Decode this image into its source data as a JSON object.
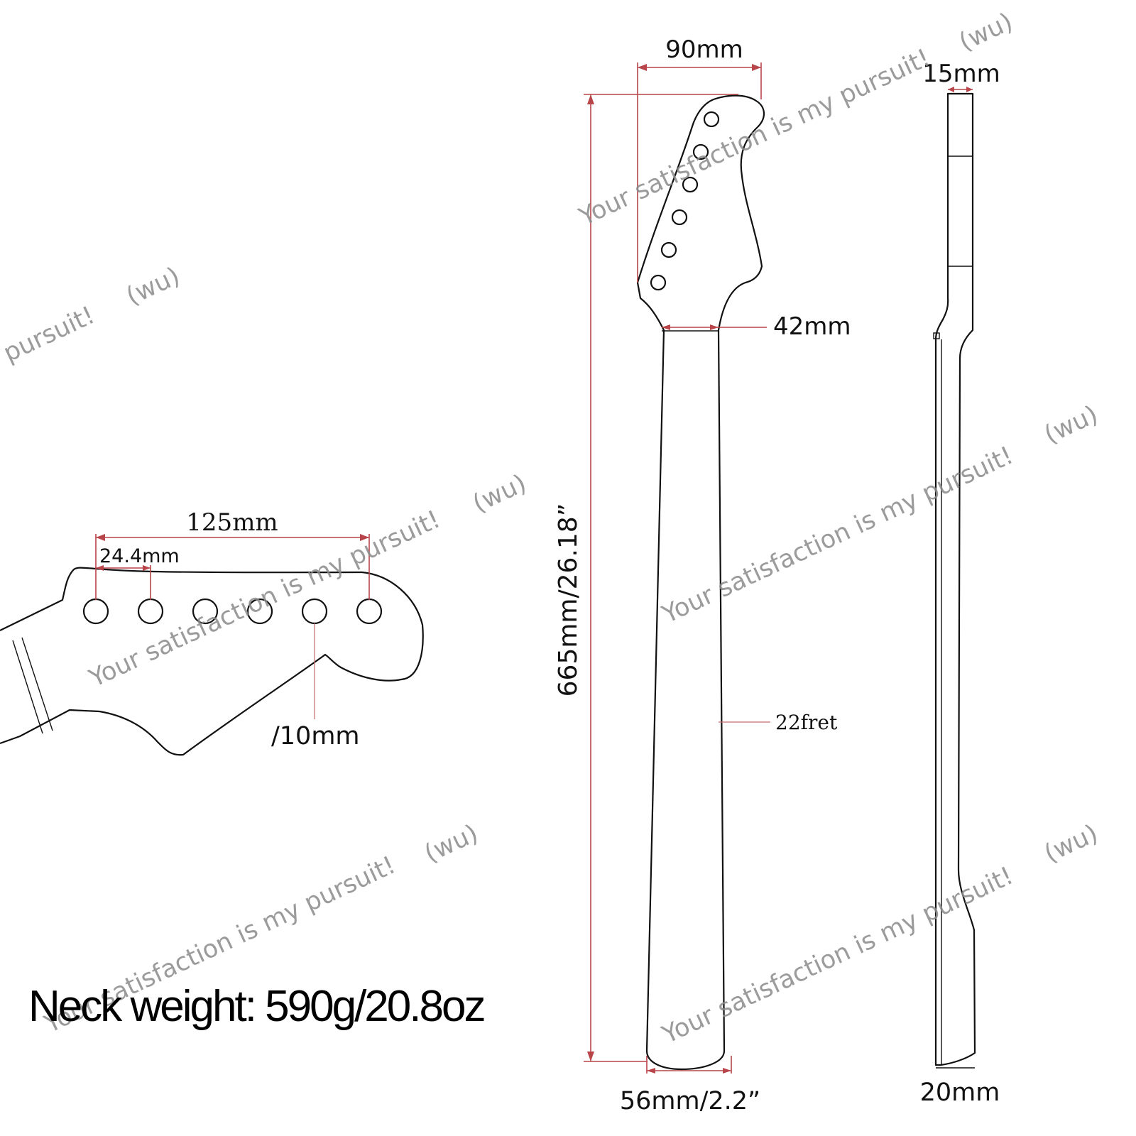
{
  "dimensions": {
    "headstock_width": "90mm",
    "headstock_thickness": "15mm",
    "nut_width": "42mm",
    "total_length": "665mm/26.18”",
    "heel_width": "56mm/2.2”",
    "heel_thickness": "20mm",
    "fret_count": "22fret",
    "tuner_span": "125mm",
    "tuner_spacing": "24.4mm",
    "hole_diameter": "∕10mm"
  },
  "neck_weight": "Neck weight: 590g/20.8oz",
  "watermark": {
    "slogan": "Your satisfaction is my pursuit!",
    "slogan_fragment": "pursuit!",
    "tag": "(wu)"
  }
}
